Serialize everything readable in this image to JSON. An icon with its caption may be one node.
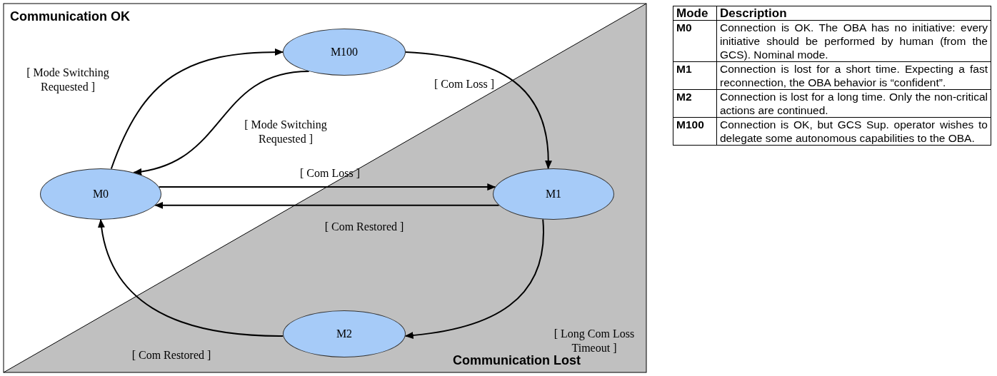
{
  "diagram": {
    "nodes": [
      {
        "text": [
          "M100"
        ]
      },
      {
        "text": [
          "M0"
        ]
      },
      {
        "text": [
          "M1"
        ]
      },
      {
        "text": [
          "M2"
        ]
      }
    ],
    "edges": [
      {
        "from": 1,
        "to": 0,
        "arrow": "to",
        "label": "[ Mode Switching Requested ]"
      },
      {
        "from": 0,
        "to": 1,
        "arrow": "to",
        "label": "[ Mode Switching Requested ]"
      },
      {
        "from": 0,
        "to": 2,
        "arrow": "to",
        "label": "[ Com Loss ]"
      },
      {
        "from": 1,
        "to": 2,
        "arrow": "to",
        "label": "[ Com Loss ]"
      },
      {
        "from": 2,
        "to": 1,
        "arrow": "to",
        "label": "[ Com Restored ]"
      },
      {
        "from": 2,
        "to": 3,
        "arrow": "to",
        "label": "[ Long Com Loss Timeout ]"
      },
      {
        "from": 3,
        "to": 1,
        "arrow": "to",
        "label": "[ Com Restored ]"
      }
    ],
    "labels": [
      "Communication OK",
      "Communication Lost",
      "Mode",
      "Description",
      "M0",
      "Connection is OK. The OBA has no initiative: every initiative should be performed by human (from the GCS). Nominal mode.",
      "M1",
      "Connection is lost for a short time. Expecting a fast reconnection, the OBA behavior is “confident”.",
      "M2",
      "Connection is lost for a long time. Only the non-critical actions are continued.",
      "M100",
      "Connection is OK, but GCS Sup. operator wishes to delegate some autonomous capabilities to the OBA."
    ]
  }
}
